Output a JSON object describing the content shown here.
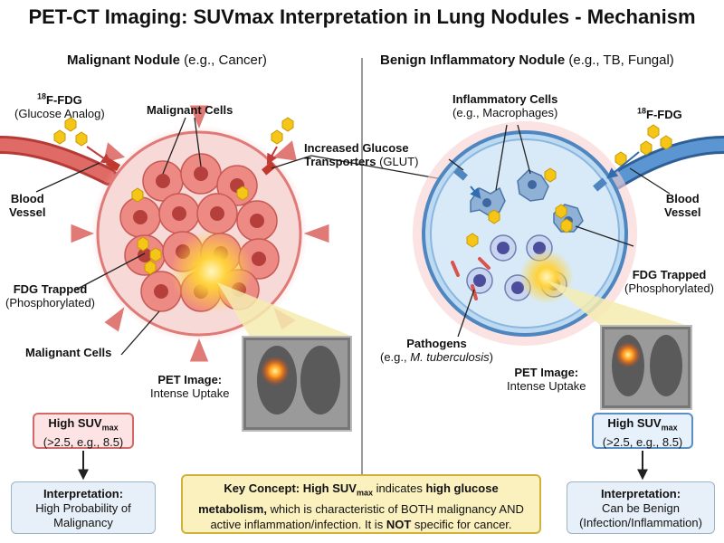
{
  "title": "PET-CT Imaging: SUVmax Interpretation in Lung Nodules - Mechanism",
  "left": {
    "heading_bold": "Malignant Nodule",
    "heading_rest": " (e.g., Cancer)",
    "fdg_sup": "18",
    "fdg_label": "F-FDG",
    "fdg_sub": "(Glucose Analog)",
    "malignant_cells_top": "Malignant Cells",
    "blood_vessel_1": "Blood",
    "blood_vessel_2": "Vessel",
    "fdg_trapped_1": "FDG Trapped",
    "fdg_trapped_2": "(Phosphorylated)",
    "malignant_cells_bottom": "Malignant Cells",
    "pet_1": "PET Image:",
    "pet_2": "Intense Uptake",
    "suv_label": "High SUV",
    "suv_sub": "max",
    "suv_value": "(>2.5, e.g., 8.5)",
    "interp_title": "Interpretation:",
    "interp_1": "High Probability of",
    "interp_2": "Malignancy"
  },
  "center": {
    "glut_1": "Increased Glucose",
    "glut_2_bold": "Transporters",
    "glut_2_rest": " (GLUT)"
  },
  "right": {
    "heading_bold": "Benign Inflammatory Nodule",
    "heading_rest": " (e.g., TB, Fungal)",
    "inflam_1": "Inflammatory Cells",
    "inflam_2": "(e.g., Macrophages)",
    "fdg_sup": "18",
    "fdg_label": "F-FDG",
    "blood_vessel_1": "Blood",
    "blood_vessel_2": "Vessel",
    "fdg_trapped_1": "FDG Trapped",
    "fdg_trapped_2": "(Phosphorylated)",
    "pathogens_1": "Pathogens",
    "pathogens_2a": "(e.g., ",
    "pathogens_2b": "M. tuberculosis",
    "pathogens_2c": ")",
    "pet_1": "PET Image:",
    "pet_2": "Intense Uptake",
    "suv_label": "High SUV",
    "suv_sub": "max",
    "suv_value": "(>2.5, e.g., 8.5)",
    "interp_title": "Interpretation:",
    "interp_1": "Can be Benign",
    "interp_2": "(Infection/Inflammation)"
  },
  "key": {
    "p1": "Key Concept: High SUV",
    "p1_sub": "max",
    "p2": " indicates ",
    "p3": "high glucose",
    "p4": "metabolism,",
    "p5": " which is characteristic of BOTH malignancy AND active inflammation/infection. It is ",
    "p6": "NOT",
    "p7": " specific for cancer."
  },
  "colors": {
    "malignant": "#e8756f",
    "benign": "#9cc8ea",
    "vessel_red": "#d9534f",
    "vessel_blue": "#4a84c4",
    "fdg": "#f5c518",
    "uptake": "#ffd23a"
  }
}
